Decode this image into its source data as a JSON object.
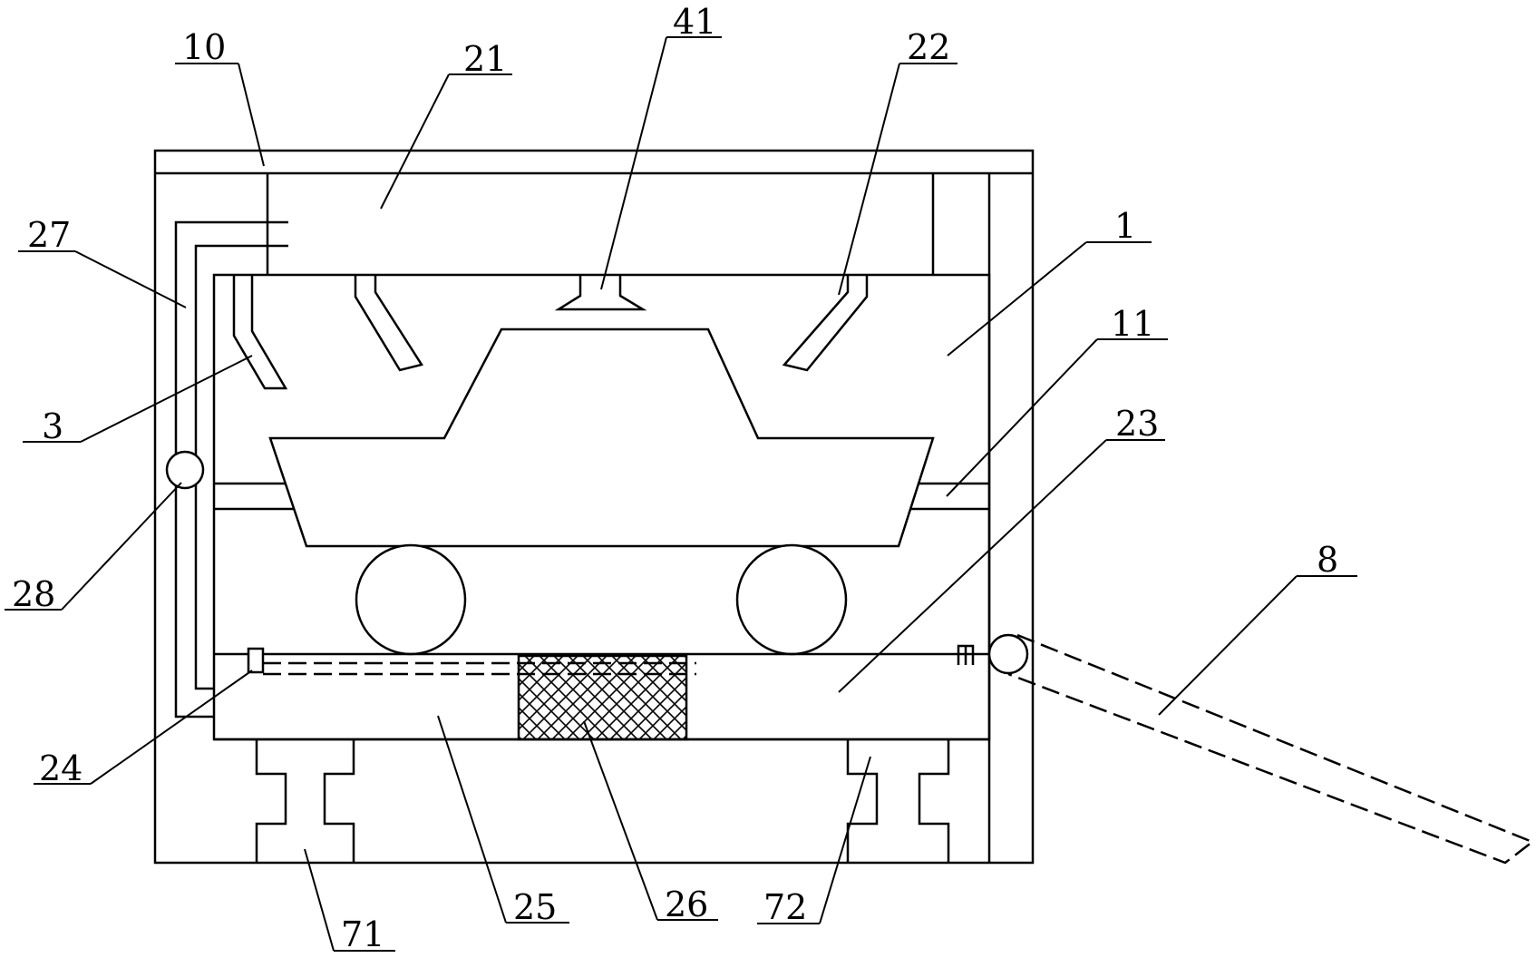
{
  "labels": {
    "l10": "10",
    "l21": "21",
    "l41": "41",
    "l22": "22",
    "l27": "27",
    "l1": "1",
    "l11": "11",
    "l3": "3",
    "l23": "23",
    "l28": "28",
    "l8": "8",
    "l24": "24",
    "l25": "25",
    "l26": "26",
    "l72": "72",
    "l71": "71"
  },
  "colors": {
    "line": "#000000",
    "background": "#ffffff"
  }
}
